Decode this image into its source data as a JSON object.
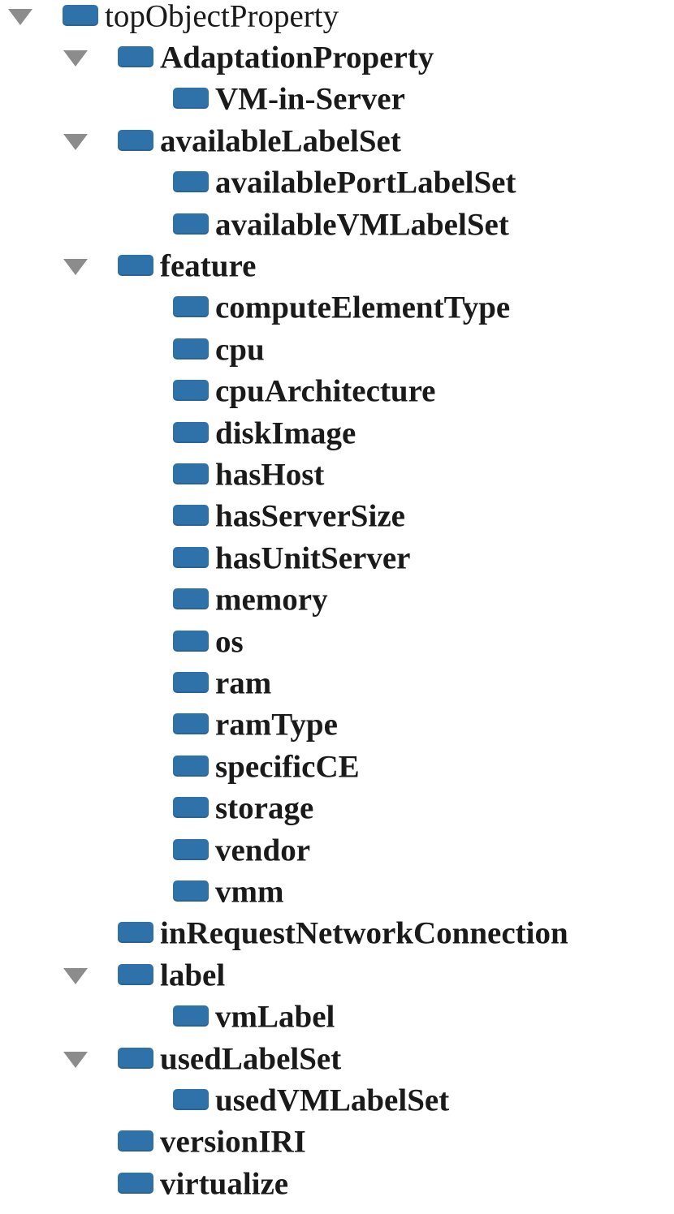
{
  "tree": {
    "nodes": [
      {
        "id": "topObjectProperty",
        "label": "topObjectProperty",
        "depth": 0,
        "expanded": true,
        "bold": false
      },
      {
        "id": "AdaptationProperty",
        "label": "AdaptationProperty",
        "depth": 1,
        "expanded": true,
        "bold": true
      },
      {
        "id": "VM-in-Server",
        "label": "VM-in-Server",
        "depth": 2,
        "expanded": false,
        "bold": true
      },
      {
        "id": "availableLabelSet",
        "label": "availableLabelSet",
        "depth": 1,
        "expanded": true,
        "bold": true
      },
      {
        "id": "availablePortLabelSet",
        "label": "availablePortLabelSet",
        "depth": 2,
        "expanded": false,
        "bold": true
      },
      {
        "id": "availableVMLabelSet",
        "label": "availableVMLabelSet",
        "depth": 2,
        "expanded": false,
        "bold": true
      },
      {
        "id": "feature",
        "label": "feature",
        "depth": 1,
        "expanded": true,
        "bold": true
      },
      {
        "id": "computeElementType",
        "label": "computeElementType",
        "depth": 2,
        "expanded": false,
        "bold": true
      },
      {
        "id": "cpu",
        "label": "cpu",
        "depth": 2,
        "expanded": false,
        "bold": true
      },
      {
        "id": "cpuArchitecture",
        "label": "cpuArchitecture",
        "depth": 2,
        "expanded": false,
        "bold": true
      },
      {
        "id": "diskImage",
        "label": "diskImage",
        "depth": 2,
        "expanded": false,
        "bold": true
      },
      {
        "id": "hasHost",
        "label": "hasHost",
        "depth": 2,
        "expanded": false,
        "bold": true
      },
      {
        "id": "hasServerSize",
        "label": "hasServerSize",
        "depth": 2,
        "expanded": false,
        "bold": true
      },
      {
        "id": "hasUnitServer",
        "label": "hasUnitServer",
        "depth": 2,
        "expanded": false,
        "bold": true
      },
      {
        "id": "memory",
        "label": "memory",
        "depth": 2,
        "expanded": false,
        "bold": true
      },
      {
        "id": "os",
        "label": "os",
        "depth": 2,
        "expanded": false,
        "bold": true
      },
      {
        "id": "ram",
        "label": "ram",
        "depth": 2,
        "expanded": false,
        "bold": true
      },
      {
        "id": "ramType",
        "label": "ramType",
        "depth": 2,
        "expanded": false,
        "bold": true
      },
      {
        "id": "specificCE",
        "label": "specificCE",
        "depth": 2,
        "expanded": false,
        "bold": true
      },
      {
        "id": "storage",
        "label": "storage",
        "depth": 2,
        "expanded": false,
        "bold": true
      },
      {
        "id": "vendor",
        "label": "vendor",
        "depth": 2,
        "expanded": false,
        "bold": true
      },
      {
        "id": "vmm",
        "label": "vmm",
        "depth": 2,
        "expanded": false,
        "bold": true
      },
      {
        "id": "inRequestNetworkConnection",
        "label": "inRequestNetworkConnection",
        "depth": 1,
        "expanded": false,
        "bold": true
      },
      {
        "id": "label",
        "label": "label",
        "depth": 1,
        "expanded": true,
        "bold": true
      },
      {
        "id": "vmLabel",
        "label": "vmLabel",
        "depth": 2,
        "expanded": false,
        "bold": true
      },
      {
        "id": "usedLabelSet",
        "label": "usedLabelSet",
        "depth": 1,
        "expanded": true,
        "bold": true
      },
      {
        "id": "usedVMLabelSet",
        "label": "usedVMLabelSet",
        "depth": 2,
        "expanded": false,
        "bold": true
      },
      {
        "id": "versionIRI",
        "label": "versionIRI",
        "depth": 1,
        "expanded": false,
        "bold": true
      },
      {
        "id": "virtualize",
        "label": "virtualize",
        "depth": 1,
        "expanded": false,
        "bold": true
      }
    ]
  },
  "colors": {
    "property_icon": "#2f72a9",
    "toggle_arrow": "#8c8c8c",
    "label_text": "#1a1a1a"
  },
  "icons": {
    "property": "object-property-icon",
    "toggle": "triangle-down-icon"
  }
}
